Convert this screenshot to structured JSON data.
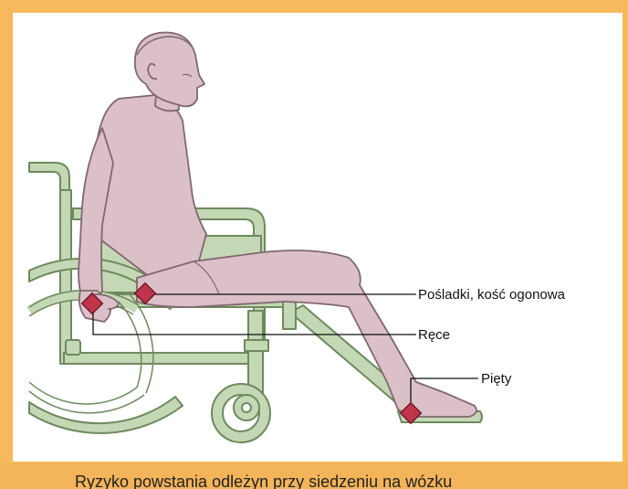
{
  "labels": {
    "buttocks": "Pośladki, kość ogonowa",
    "hands": "Ręce",
    "heels": "Pięty"
  },
  "caption": "Ryzyko powstania odleżyn przy siedzeniu na wózku",
  "colors": {
    "frame": "#f6ba5d",
    "wheelchair": "#c5d8b6",
    "wheelchair_outline": "#6d8a5d",
    "body": "#dcc0c8",
    "body_outline": "#7f6870",
    "marker": "#c0354b"
  }
}
